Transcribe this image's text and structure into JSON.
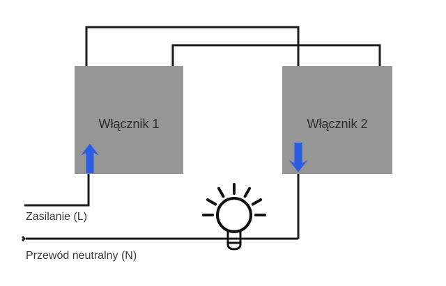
{
  "diagram": {
    "type": "two-way-switch-wiring-diagram",
    "switch1": {
      "label": "Włącznik 1",
      "arrow_direction": "up"
    },
    "switch2": {
      "label": "Włącznik 2",
      "arrow_direction": "down"
    },
    "live_label": "Zasilanie (L)",
    "neutral_label": "Przewód neutralny (N)",
    "icons": {
      "bulb": "light-bulb-icon",
      "switch1_arrow": "arrow-up-icon",
      "switch2_arrow": "arrow-down-icon"
    },
    "colors": {
      "background": "#ffffff",
      "box": "#969696",
      "box_text": "#2e2e2e",
      "wire": "#1c1c1c",
      "bulb": "#111111",
      "arrow": "#2b5ce4",
      "caption_text": "#3b3b3b"
    }
  }
}
